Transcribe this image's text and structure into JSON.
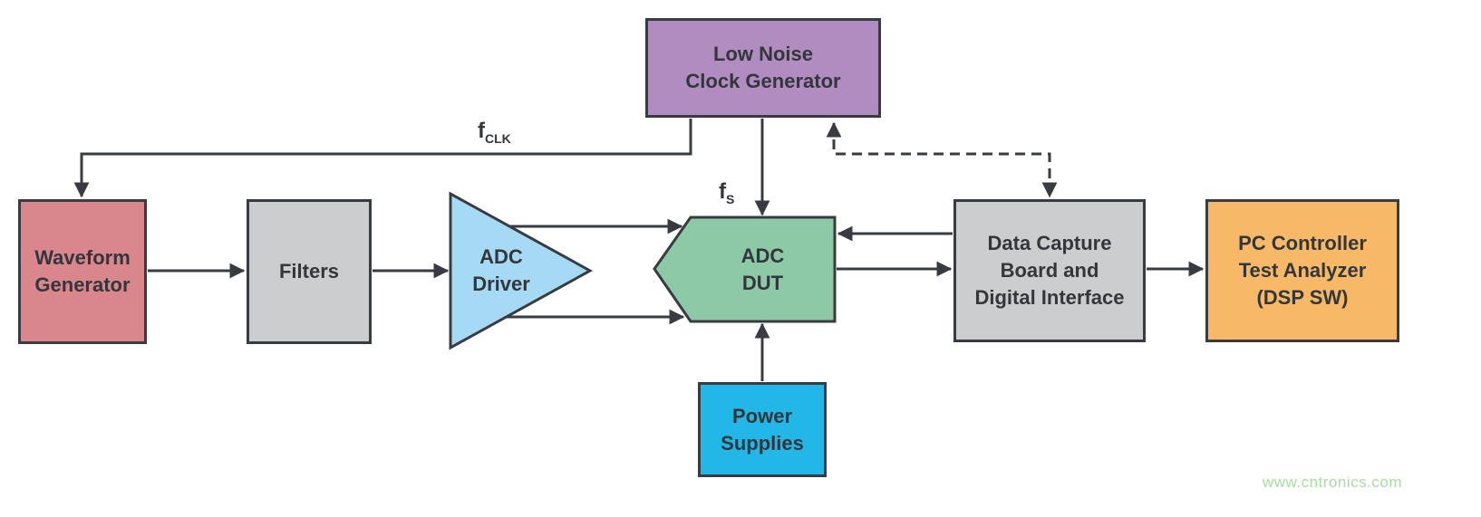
{
  "diagram": {
    "blocks": {
      "clock": {
        "label": "Low Noise\nClock Generator",
        "fill": "#b18cc1"
      },
      "waveform": {
        "label": "Waveform\nGenerator",
        "fill": "#d9868d"
      },
      "filters": {
        "label": "Filters",
        "fill": "#cccdce"
      },
      "adc_driver": {
        "label": "ADC\nDriver",
        "fill": "#a6d9f4"
      },
      "adc_dut": {
        "label": "ADC\nDUT",
        "fill": "#8dc9a7"
      },
      "power": {
        "label": "Power\nSupplies",
        "fill": "#22b7e6"
      },
      "data_capture": {
        "label": "Data Capture\nBoard and\nDigital Interface",
        "fill": "#cccdce"
      },
      "pc": {
        "label": "PC Controller\nTest Analyzer\n(DSP SW)",
        "fill": "#f7b967"
      }
    },
    "signal_labels": {
      "fclk": {
        "base": "f",
        "sub": "CLK"
      },
      "fs": {
        "base": "f",
        "sub": "S"
      }
    },
    "line_color": "#383c42",
    "watermark": "www.cntronics.com"
  }
}
